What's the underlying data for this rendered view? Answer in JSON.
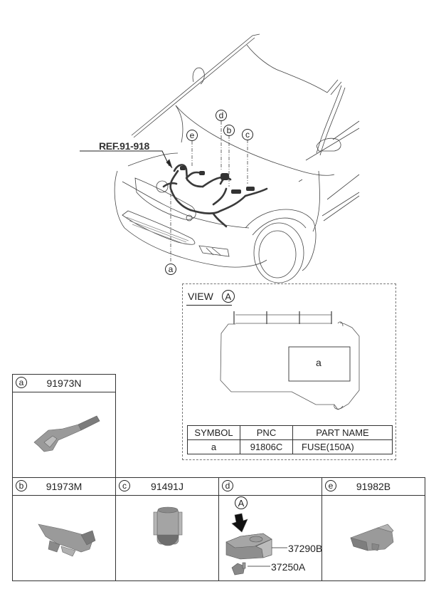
{
  "diagram": {
    "reference_label": "REF.91-918",
    "callouts": [
      "a",
      "b",
      "c",
      "d",
      "e"
    ],
    "view": {
      "title": "VIEW",
      "view_symbol": "A",
      "inner_label": "a",
      "table": {
        "headers": [
          "SYMBOL",
          "PNC",
          "PART NAME"
        ],
        "rows": [
          [
            "a",
            "91806C",
            "FUSE(150A)"
          ]
        ]
      }
    },
    "parts": [
      {
        "symbol": "a",
        "part_number": "91973N"
      },
      {
        "symbol": "b",
        "part_number": "91973M"
      },
      {
        "symbol": "c",
        "part_number": "91491J"
      },
      {
        "symbol": "d",
        "part_number": "",
        "view_symbol": "A",
        "sub_parts": [
          "37290B",
          "37250A"
        ]
      },
      {
        "symbol": "e",
        "part_number": "91982B"
      }
    ]
  }
}
